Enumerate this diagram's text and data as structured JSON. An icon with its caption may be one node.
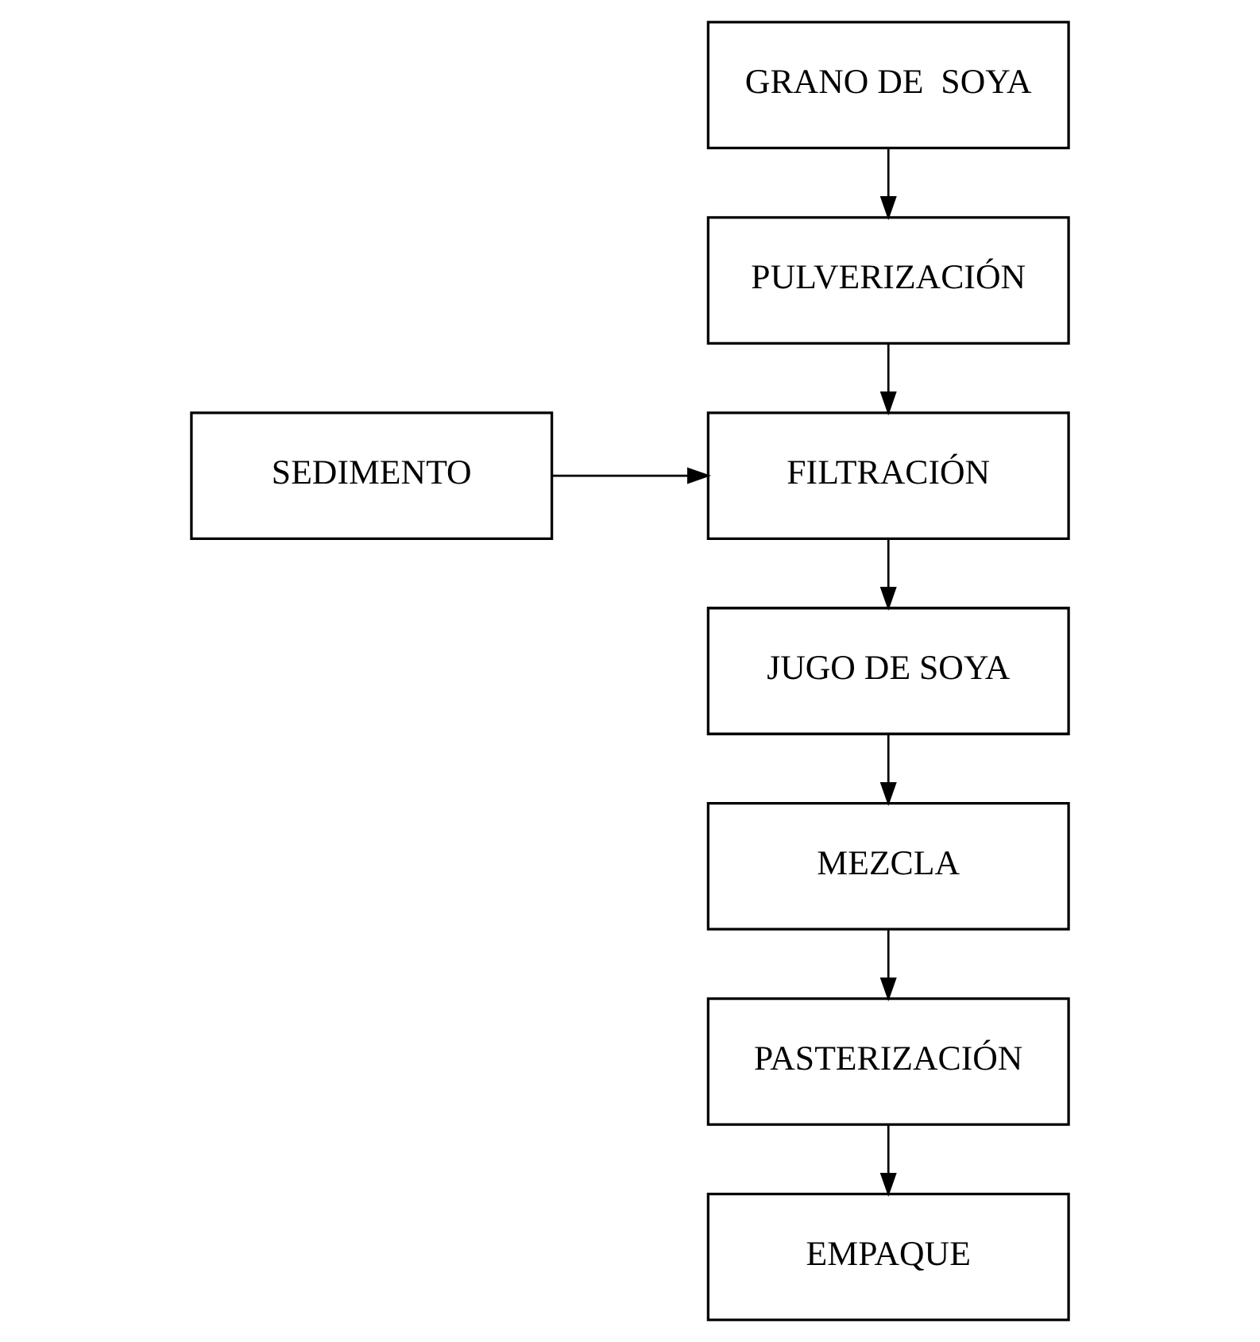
{
  "diagram": {
    "nodes": [
      {
        "text": [
          "GRANO DE  SOYA"
        ]
      },
      {
        "text": [
          "PULVERIZACIÓN"
        ]
      },
      {
        "text": [
          "SEDIMENTO"
        ]
      },
      {
        "text": [
          "FILTRACIÓN"
        ]
      },
      {
        "text": [
          "JUGO DE SOYA"
        ]
      },
      {
        "text": [
          "MEZCLA"
        ]
      },
      {
        "text": [
          "PASTERIZACIÓN"
        ]
      },
      {
        "text": [
          "EMPAQUE"
        ]
      }
    ],
    "edges": [
      {
        "from": 0,
        "to": 1,
        "arrow": "to"
      },
      {
        "from": 1,
        "to": 3,
        "arrow": "to"
      },
      {
        "from": 2,
        "to": 3,
        "arrow": "to"
      },
      {
        "from": 3,
        "to": 4,
        "arrow": "to"
      },
      {
        "from": 4,
        "to": 5,
        "arrow": "to"
      },
      {
        "from": 5,
        "to": 6,
        "arrow": "to"
      },
      {
        "from": 6,
        "to": 7,
        "arrow": "to"
      }
    ]
  }
}
